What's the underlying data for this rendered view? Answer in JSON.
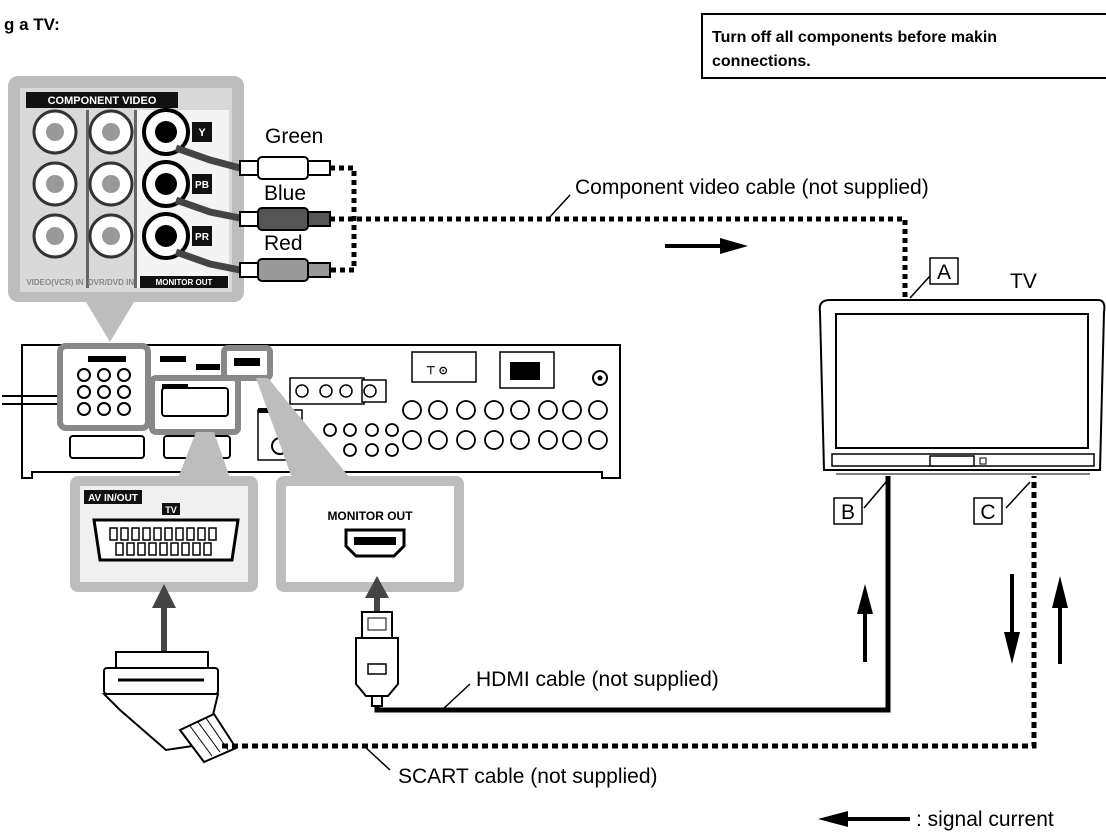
{
  "heading": "g a TV:",
  "warning": {
    "line1": "Turn off all components before makin",
    "line2": "connections."
  },
  "component_panel": {
    "title": "COMPONENT VIDEO",
    "col_labels": [
      "VIDEO(VCR) IN",
      "DVR/DVD IN",
      "MONITOR OUT"
    ],
    "jack_labels": [
      "Y",
      "PB",
      "PR"
    ]
  },
  "cable_colors": [
    "Green",
    "Blue",
    "Red"
  ],
  "component_cable": "Component video cable (not supplied)",
  "tv": {
    "label": "TV",
    "terminals": [
      "A",
      "B",
      "C"
    ]
  },
  "av_panel": {
    "title": "AV IN/OUT",
    "sub": "TV"
  },
  "monitor_panel": {
    "title": "MONITOR OUT"
  },
  "hdmi_cable": "HDMI cable (not supplied)",
  "scart_cable": "SCART cable (not supplied)",
  "legend": ": signal current"
}
